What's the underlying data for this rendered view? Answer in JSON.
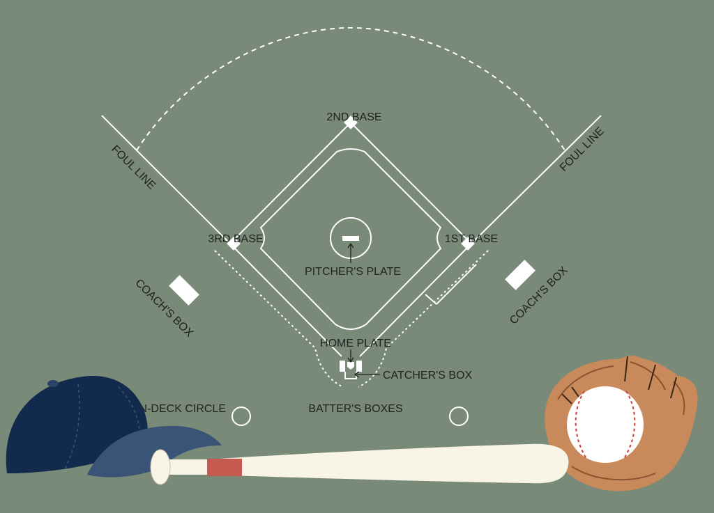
{
  "diagram": {
    "labels": {
      "second_base": "2ND BASE",
      "first_base": "1ST BASE",
      "third_base": "3RD BASE",
      "foul_line_left": "FOUL LINE",
      "foul_line_right": "FOUL LINE",
      "pitchers_plate": "PITCHER'S PLATE",
      "home_plate": "HOME PLATE",
      "catchers_box": "CATCHER'S BOX",
      "batters_boxes": "BATTER'S BOXES",
      "coaches_box_left": "COACH'S  BOX",
      "coaches_box_right": "COACH'S  BOX",
      "on_deck_circle": "N-DECK CIRCLE"
    },
    "colors": {
      "field": "#7a8a79",
      "lines": "#ffffff",
      "text": "#1e221e",
      "cap_dark": "#122a4c",
      "cap_brim": "#3a5478",
      "bat": "#f8f4e6",
      "bat_tape": "#c75a50",
      "glove": "#c88a5a",
      "ball_stitch": "#d2393a"
    }
  }
}
